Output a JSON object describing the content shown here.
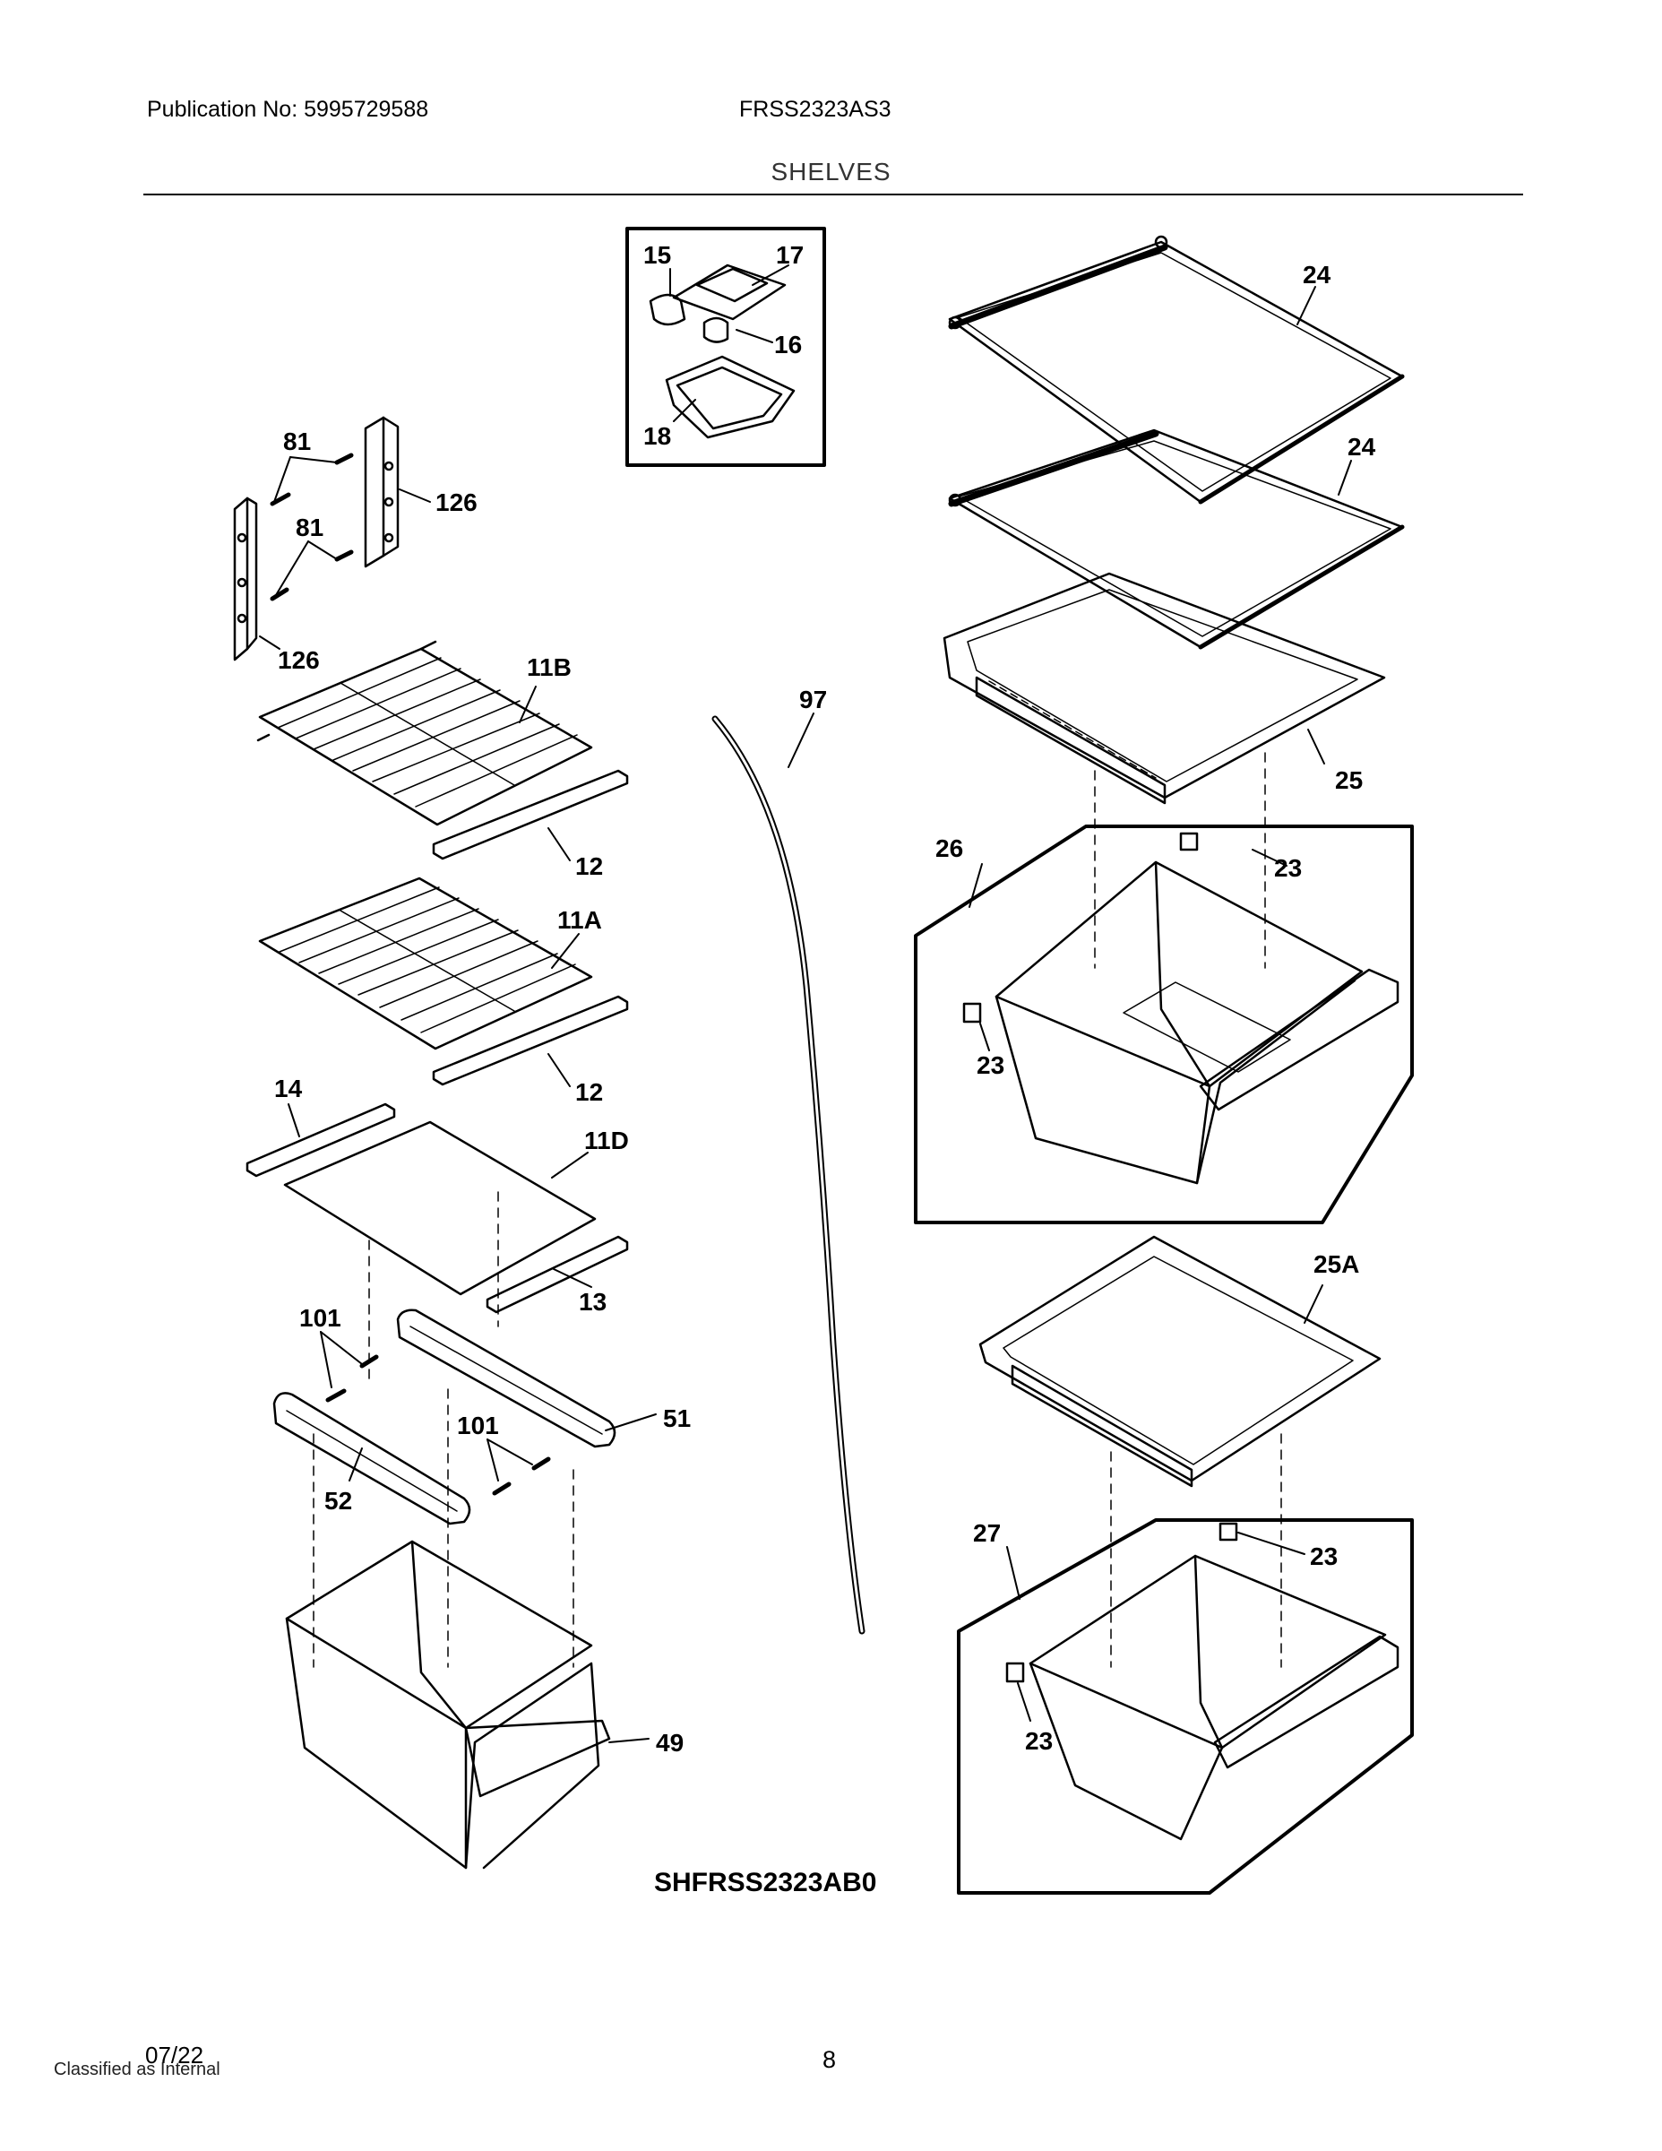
{
  "header": {
    "publication": "Publication No: 5995729588",
    "model": "FRSS2323AS3",
    "section_title": "SHELVES"
  },
  "callouts": {
    "p15": "15",
    "p17": "17",
    "p16": "16",
    "p18": "18",
    "p24a": "24",
    "p24b": "24",
    "p25": "25",
    "p25A": "25A",
    "p26": "26",
    "p27": "27",
    "p23a": "23",
    "p23b": "23",
    "p23c": "23",
    "p23d": "23",
    "p81a": "81",
    "p81b": "81",
    "p126a": "126",
    "p126b": "126",
    "p11B": "11B",
    "p11A": "11A",
    "p11D": "11D",
    "p12a": "12",
    "p12b": "12",
    "p13": "13",
    "p14": "14",
    "p97": "97",
    "p101a": "101",
    "p101b": "101",
    "p51": "51",
    "p52": "52",
    "p49": "49"
  },
  "diagram_code": "SHFRSS2323AB0",
  "footer": {
    "date": "07/22",
    "classification": "Classified as Internal",
    "page": "8"
  }
}
